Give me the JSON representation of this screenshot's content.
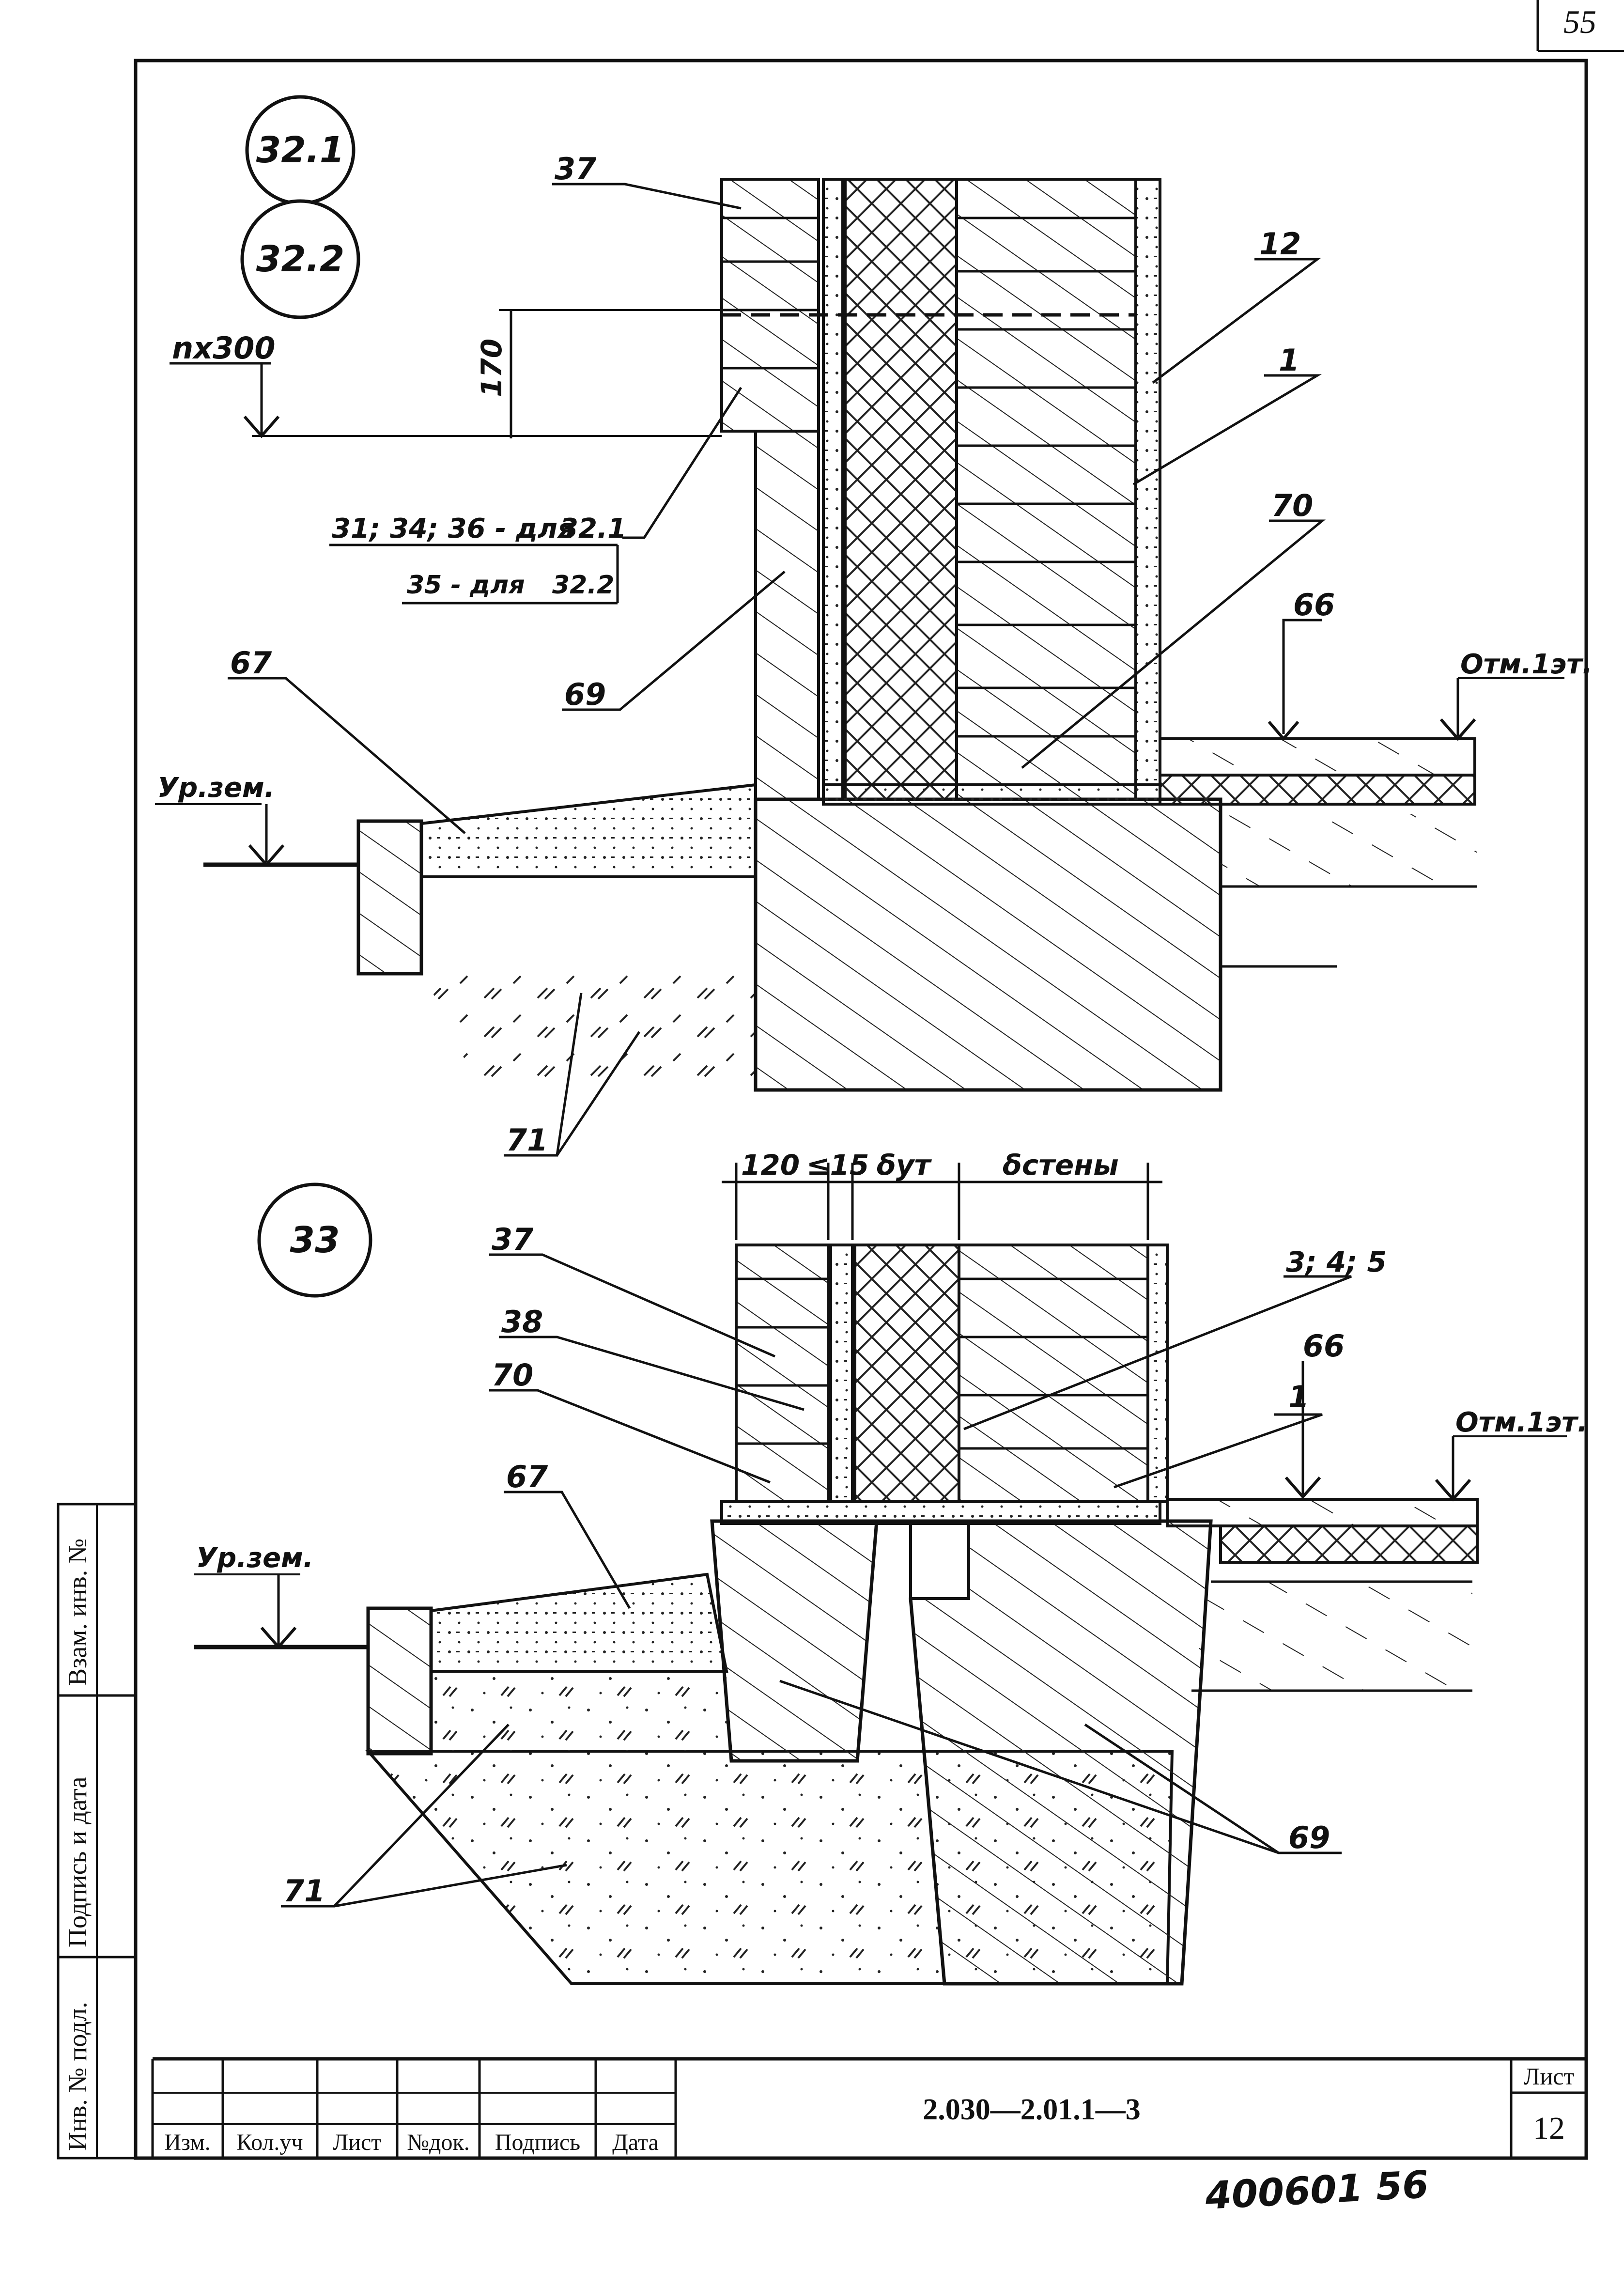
{
  "sheet_corner_number": "55",
  "detail_a": {
    "markers": [
      "32.1",
      "32.2"
    ],
    "dimension_170": "170",
    "level_nx300": "nх300",
    "callout_37": "37",
    "callout_12": "12",
    "callout_1": "1",
    "callout_70": "70",
    "callout_66": "66",
    "callout_69": "69",
    "callout_67": "67",
    "callout_71": "71",
    "note_line1_items": "31; 34; 36 - для",
    "note_line1_ref": "32.1",
    "note_line2_items": "35 - для",
    "note_line2_ref": "32.2",
    "level_floor": "Отм.1эт.",
    "level_ground": "Ур.зем."
  },
  "detail_b": {
    "marker": "33",
    "dim_120": "120",
    "dim_15": "≤15",
    "dim_insul": "δут",
    "dim_wall": "δстены",
    "callout_345": "3; 4; 5",
    "callout_37": "37",
    "callout_1": "1",
    "callout_38": "38",
    "callout_70": "70",
    "callout_66": "66",
    "callout_67": "67",
    "callout_69": "69",
    "callout_71": "71",
    "level_floor": "Отм.1эт.",
    "level_ground": "Ур.зем."
  },
  "side_stamp": {
    "vzam": "Взам. инв. №",
    "podpis": "Подпись и дата",
    "inv": "Инв. № подл."
  },
  "title_block": {
    "headers": [
      "Изм.",
      "Кол.уч",
      "Лист",
      "№док.",
      "Подпись",
      "Дата"
    ],
    "code": "2.030—2.01.1—3",
    "sheet_label": "Лист",
    "sheet_number": "12"
  },
  "archive_number": "400601 56"
}
